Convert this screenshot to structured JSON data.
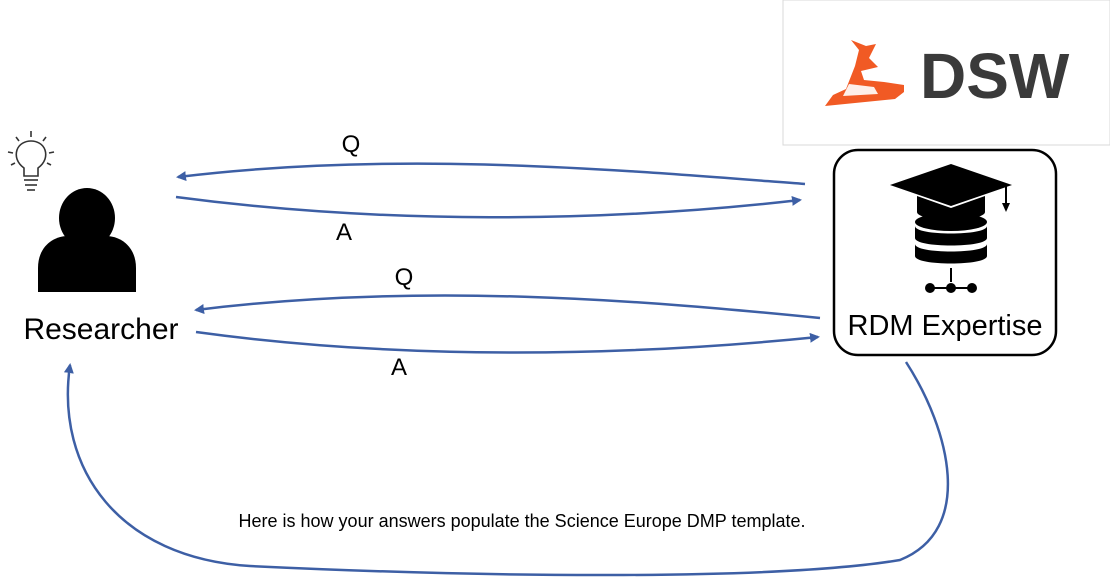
{
  "logo": {
    "brand_text": "DSW",
    "brand_color": "#3a3a3a",
    "icon_color": "#f15a24",
    "icon": "wizard-hat-icon"
  },
  "researcher": {
    "label": "Researcher",
    "person_icon": "person-icon",
    "idea_icon": "lightbulb-icon"
  },
  "expertise": {
    "label": "RDM Expertise",
    "icon": "graduation-cap-database-icon"
  },
  "exchanges": [
    {
      "question": "Q",
      "answer": "A"
    },
    {
      "question": "Q",
      "answer": "A"
    }
  ],
  "return_flow": {
    "caption": "Here is how your answers populate the Science Europe DMP template."
  },
  "colors": {
    "arrow": "#3d5fa5",
    "ink": "#000000"
  }
}
